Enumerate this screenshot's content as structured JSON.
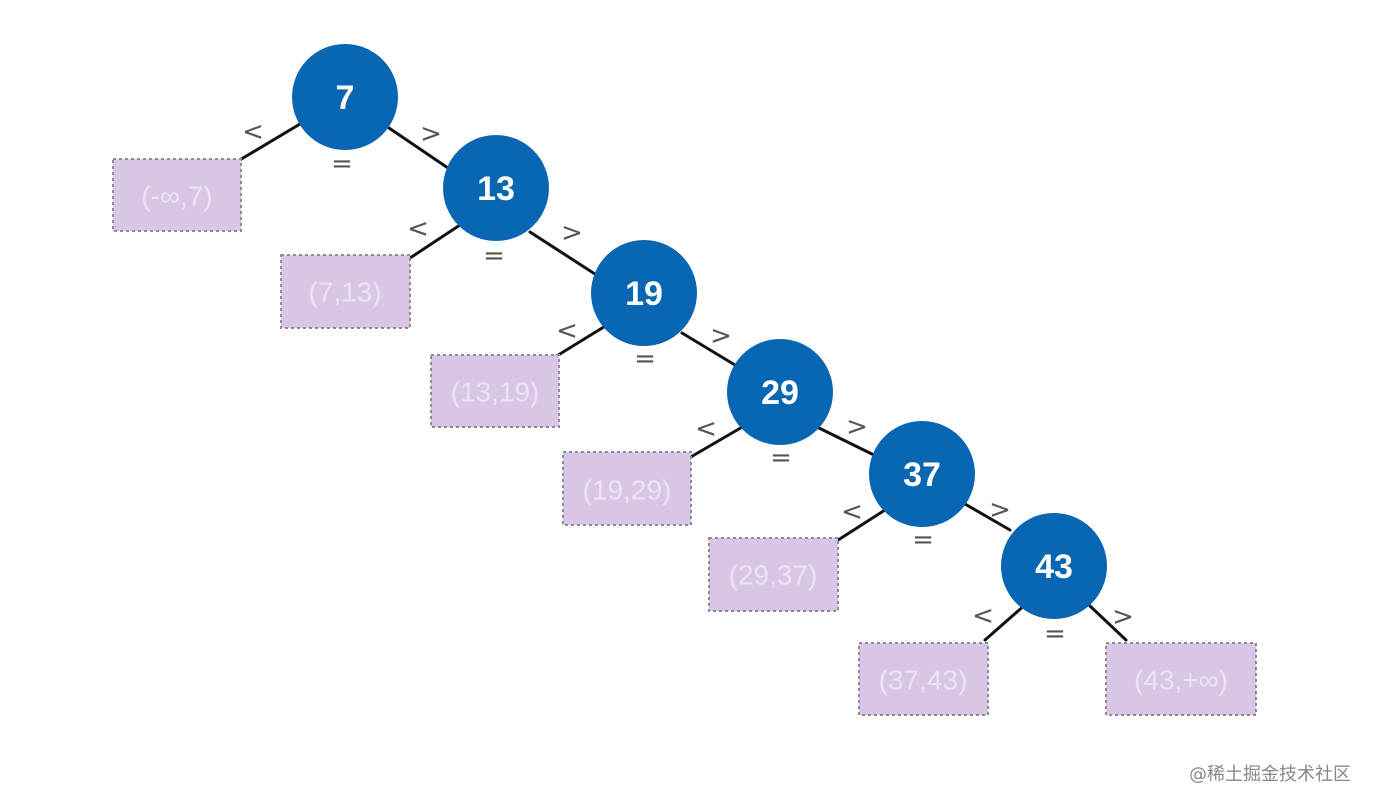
{
  "diagram": {
    "nodes": [
      {
        "key": "7",
        "label": "7"
      },
      {
        "key": "13",
        "label": "13"
      },
      {
        "key": "19",
        "label": "19"
      },
      {
        "key": "29",
        "label": "29"
      },
      {
        "key": "37",
        "label": "37"
      },
      {
        "key": "43",
        "label": "43"
      }
    ],
    "leaves": [
      {
        "label": "(-∞,7)"
      },
      {
        "label": "(7,13)"
      },
      {
        "label": "(13,19)"
      },
      {
        "label": "(19,29)"
      },
      {
        "label": "(29,37)"
      },
      {
        "label": "(37,43)"
      },
      {
        "label": "(43,+∞)"
      }
    ],
    "operators": {
      "less": "<",
      "equal": "=",
      "greater": ">"
    },
    "colors": {
      "node_fill": "#0866B2",
      "leaf_fill": "#D9C6E6",
      "leaf_text": "#ECE2F2",
      "edge": "#111111",
      "operator_text": "#555555"
    }
  },
  "watermark": {
    "text": "@稀土掘金技术社区"
  }
}
